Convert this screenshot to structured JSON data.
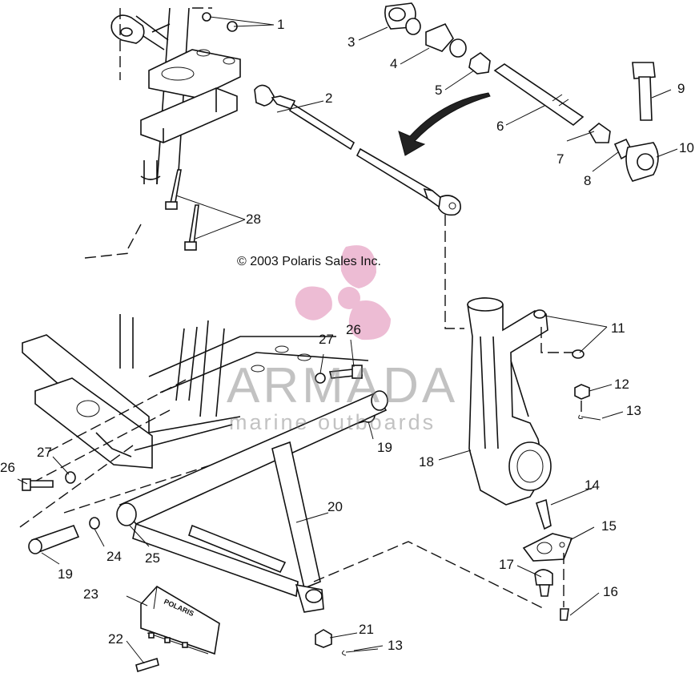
{
  "copyright": "© 2003 Polaris Sales Inc.",
  "watermark": {
    "title": "ARMADA",
    "subtitle": "marine outboards",
    "logo_color": "#e7a6c6"
  },
  "callouts": {
    "c1": "1",
    "c2": "2",
    "c3": "3",
    "c4": "4",
    "c5": "5",
    "c6": "6",
    "c7": "7",
    "c8": "8",
    "c9": "9",
    "c10": "10",
    "c11": "11",
    "c12": "12",
    "c13a": "13",
    "c13b": "13",
    "c14": "14",
    "c15": "15",
    "c16": "16",
    "c17": "17",
    "c18": "18",
    "c19a": "19",
    "c19b": "19",
    "c20": "20",
    "c21": "21",
    "c22": "22",
    "c23": "23",
    "c24": "24",
    "c25": "25",
    "c26a": "26",
    "c26b": "26",
    "c27a": "27",
    "c27b": "27",
    "c28": "28"
  },
  "guard_logo": "POLARIS"
}
